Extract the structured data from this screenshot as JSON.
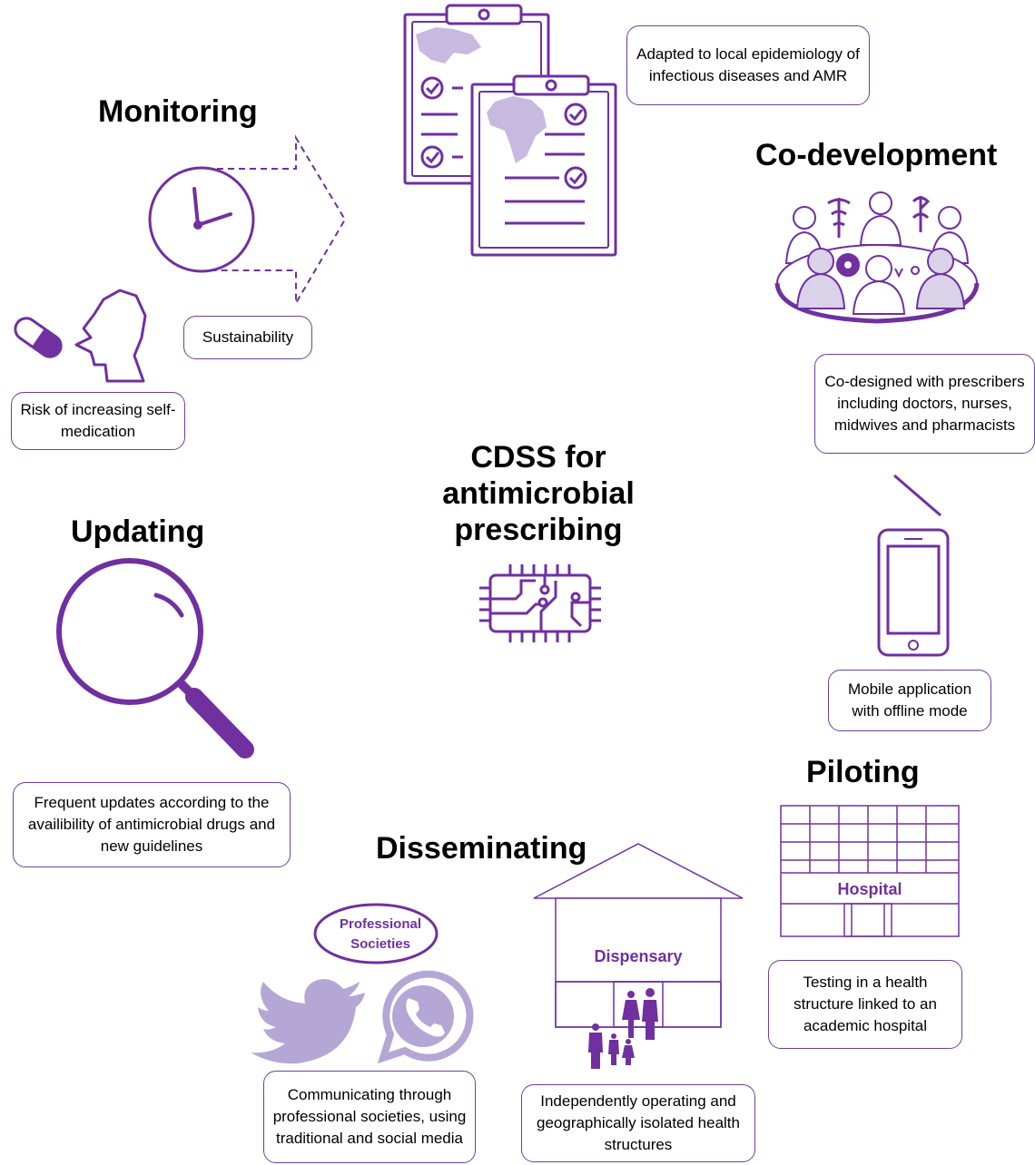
{
  "headings": {
    "monitoring": "Monitoring",
    "co_development": "Co-development",
    "updating": "Updating",
    "piloting": "Piloting",
    "disseminating": "Disseminating"
  },
  "center": {
    "line1": "CDSS for",
    "line2": "antimicrobial",
    "line3": "prescribing"
  },
  "boxes": {
    "epidemiology": "Adapted to local epidemiology of infectious diseases and AMR",
    "sustainability": "Sustainability",
    "self_medication": "Risk of increasing self-medication",
    "co_designed": "Co-designed with prescribers including doctors, nurses, midwives and pharmacists",
    "mobile": "Mobile application with offline mode",
    "frequent_updates": "Frequent updates according to the availibility of antimicrobial drugs and new guidelines",
    "testing": "Testing in a health structure linked to an academic hospital",
    "communicating": "Communicating through professional societies, using traditional and social media",
    "independent": "Independently operating and geographically isolated health structures"
  },
  "labels": {
    "hospital": "Hospital",
    "dispensary": "Dispensary",
    "professional_1": "Professional",
    "professional_2": "Societies"
  },
  "colors": {
    "primary": "#7030a0",
    "light": "#b4a7d6",
    "light_fill": "#d9d2e9"
  }
}
